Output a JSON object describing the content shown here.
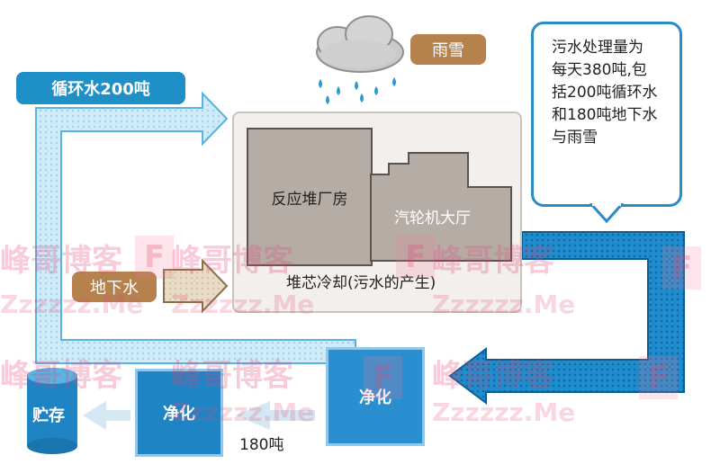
{
  "labels": {
    "circulating_water": "循环水200吨",
    "rain_snow": "雨雪",
    "groundwater": "地下水",
    "reactor_building": "反应堆厂房",
    "turbine_hall": "汽轮机大厅",
    "core_cooling": "堆芯冷却(污水的产生)",
    "storage": "贮存",
    "purify_small": "净化",
    "purify_large": "净化",
    "flow_180": "180吨"
  },
  "callout": {
    "lines": [
      "污水处理量为",
      "每天380吨,包",
      "括200吨循环水",
      "和180吨地下水",
      "与雨雪"
    ]
  },
  "watermark": {
    "text": "峰哥博客",
    "url": "Zzzzzz.Me",
    "letter": "F"
  },
  "colors": {
    "water_blue": "#1f8fc8",
    "light_blue": "#bfe3f5",
    "brown": "#b5814d",
    "building_gray": "#b6aca6"
  }
}
